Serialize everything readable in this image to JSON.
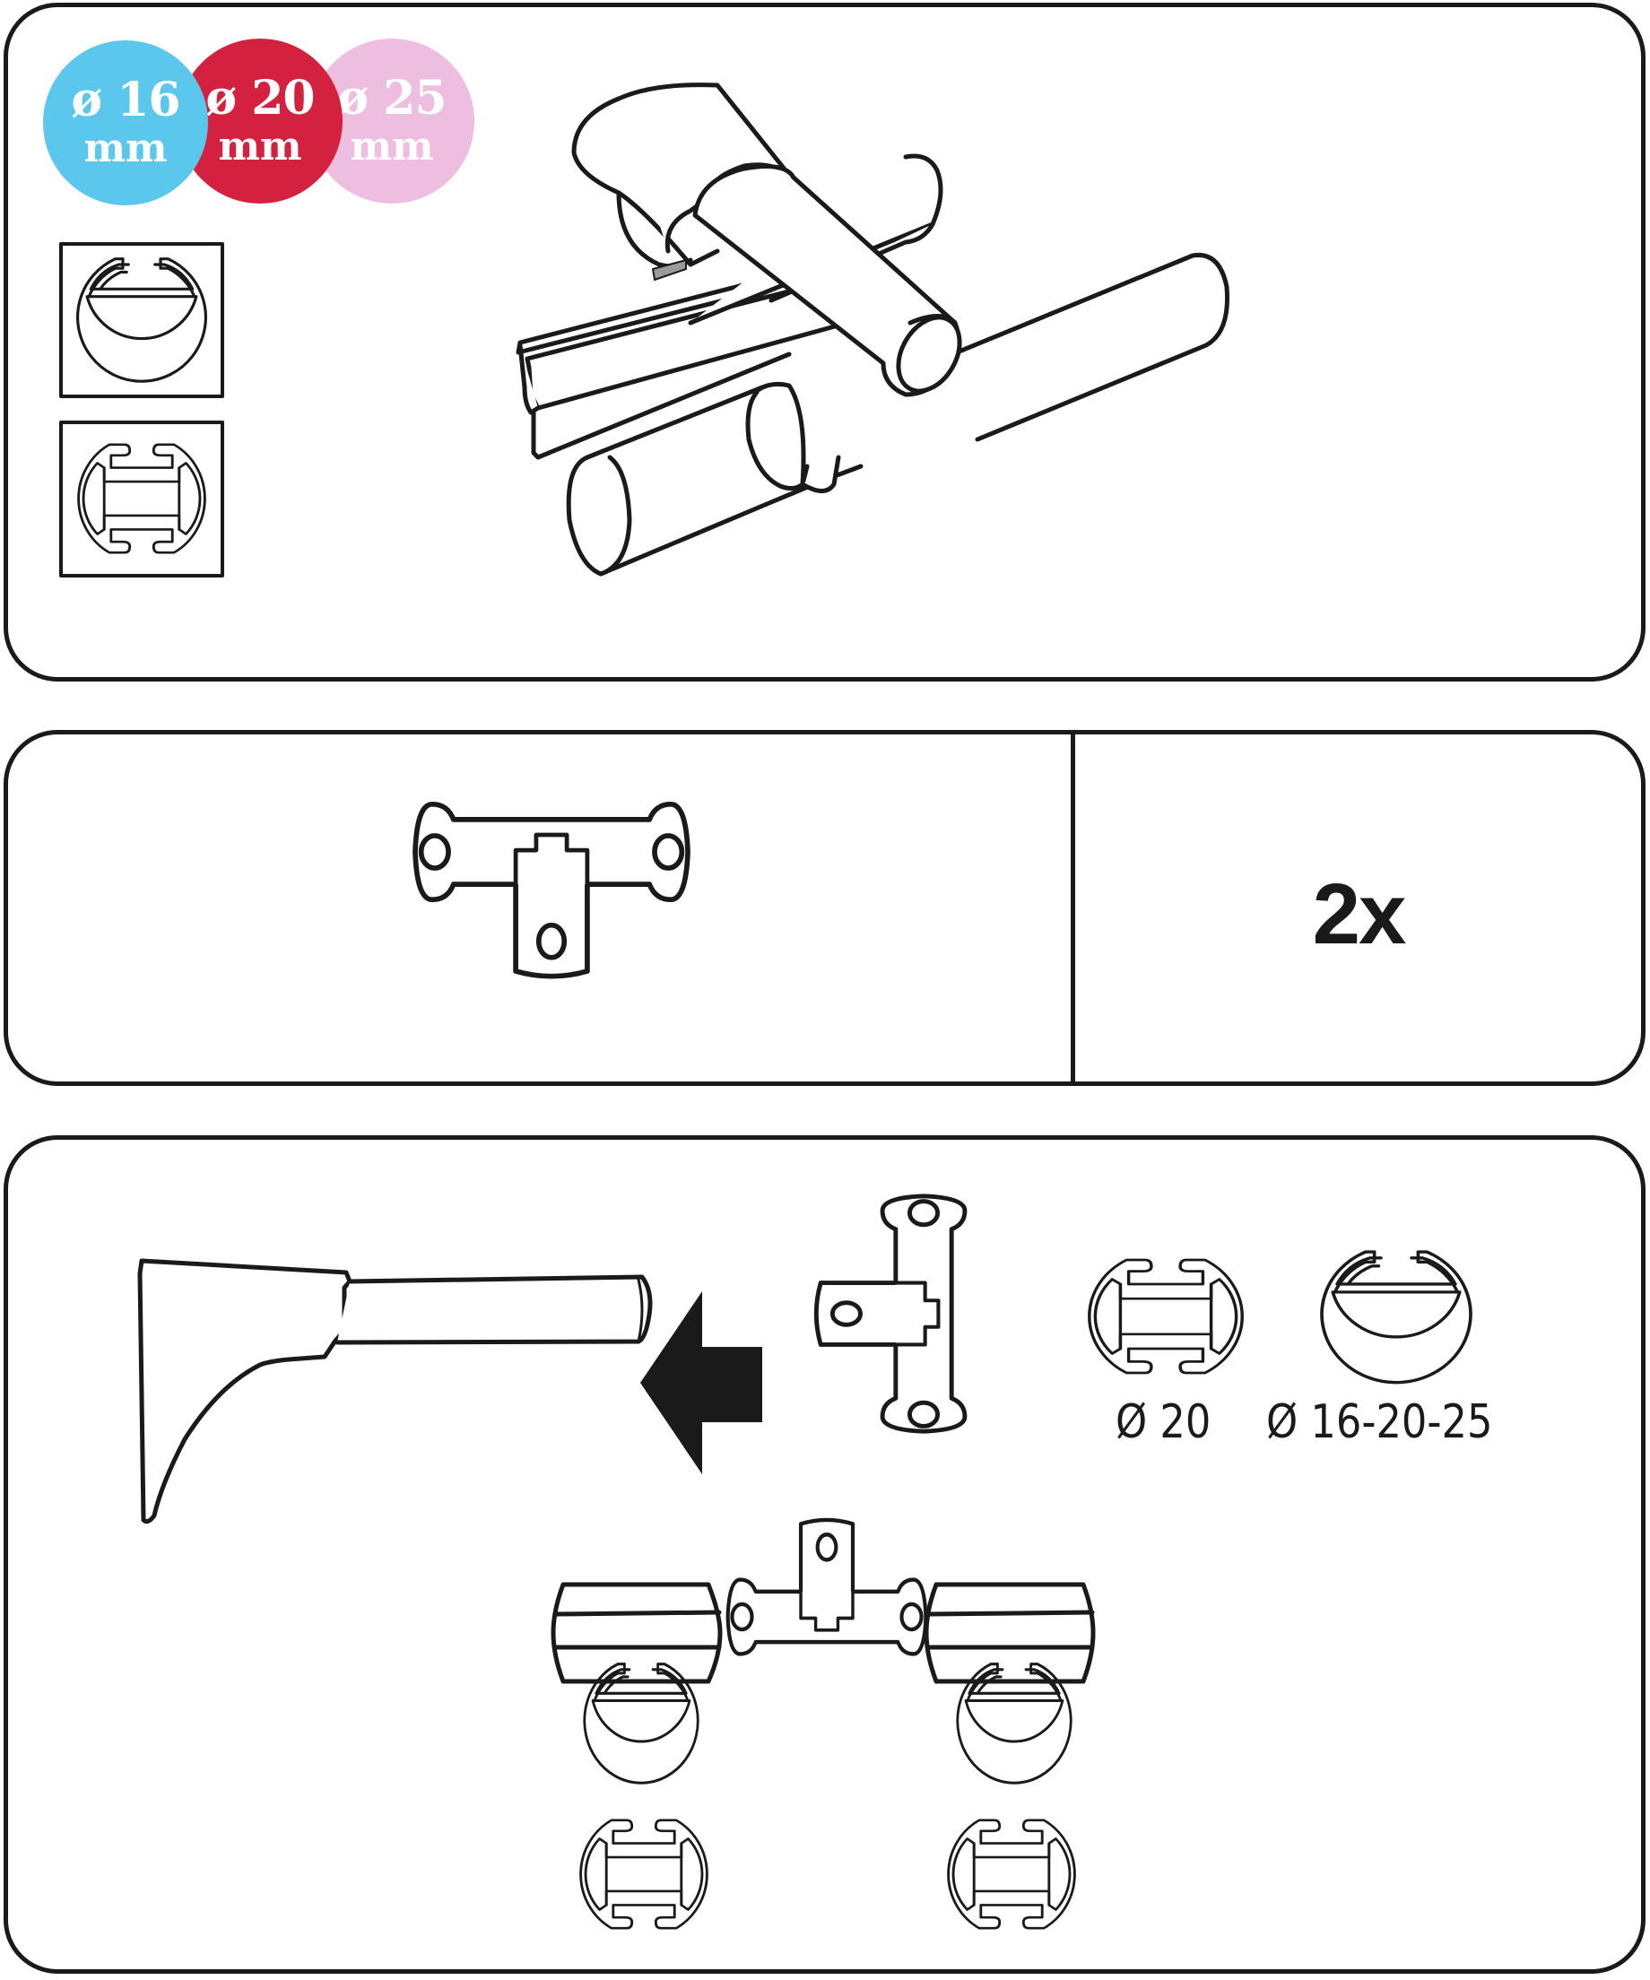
{
  "panels": [
    {
      "id": "overview",
      "description": "Double curtain rod connector assembly overview"
    },
    {
      "id": "parts",
      "description": "T-connector part with quantity"
    },
    {
      "id": "assembly",
      "description": "Assembly step: insert T-connector into bracket rod"
    }
  ],
  "size_badges": [
    {
      "symbol": "ø",
      "value": "16",
      "unit": "mm",
      "color": "#5BC7EC"
    },
    {
      "symbol": "ø",
      "value": "20",
      "unit": "mm",
      "color": "#D4213F"
    },
    {
      "symbol": "ø",
      "value": "25",
      "unit": "mm",
      "color": "#EEBEE0"
    }
  ],
  "size_badge_text": {
    "b16": "ø 16",
    "b20": "ø 20",
    "b25": "ø 25",
    "unit": "mm"
  },
  "profile_icons": [
    {
      "type": "round-profile-icon"
    },
    {
      "type": "h-profile-icon"
    }
  ],
  "parts": {
    "quantity": "2x"
  },
  "assembly": {
    "profile_labels": {
      "h_profile": "Ø 20",
      "round_profile": "Ø 16-20-25"
    },
    "direction_arrow": "left"
  },
  "colors": {
    "stroke": "#1a1a1a",
    "background": "#ffffff",
    "badge_blue": "#5BC7EC",
    "badge_red": "#D4213F",
    "badge_pink": "#EEBEE0"
  }
}
